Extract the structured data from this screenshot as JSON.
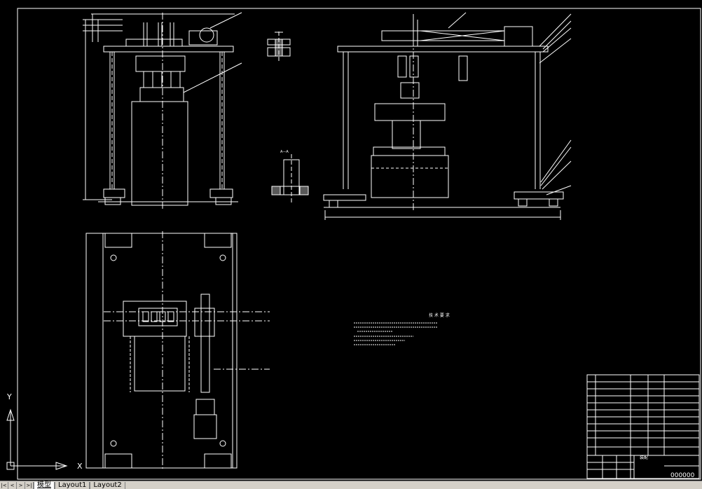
{
  "colors": {
    "background": "#000000",
    "line": "#ffffff",
    "accent": "#ffffff"
  },
  "ucs": {
    "x_label": "X",
    "y_label": "Y"
  },
  "tabs": [
    {
      "label": "模型",
      "active": true
    },
    {
      "label": "Layout1",
      "active": false
    },
    {
      "label": "Layout2",
      "active": false
    }
  ],
  "nav_icons": [
    "first-icon",
    "prev-icon",
    "next-icon",
    "last-icon"
  ],
  "notes_heading": "技 术 要 求",
  "title_block_logo": "装配",
  "title_block_number": "000000",
  "section_label": "A—A"
}
